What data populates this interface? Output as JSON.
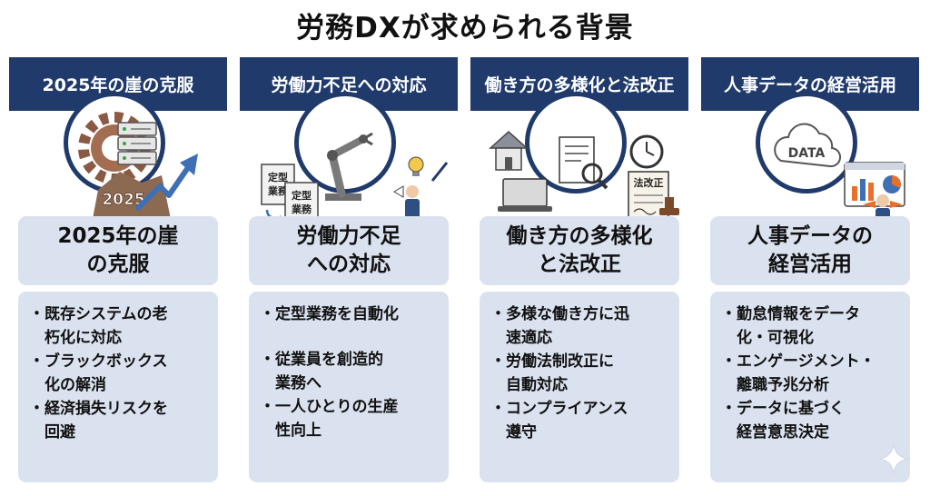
{
  "title": "労務DXが求められる背景",
  "columns": [
    {
      "header": "2025年の崖の克服",
      "subtitle_lines": [
        "2025年の崖",
        "の克服"
      ],
      "illustration": {
        "icons": [
          "gear-icon",
          "server-rack-icon",
          "rising-arrow-icon"
        ],
        "label": "2025"
      },
      "bullet_glyph": "・",
      "items": [
        {
          "lines": [
            "既存システムの老",
            "朽化に対応"
          ]
        },
        {
          "lines": [
            "ブラックボックス",
            "化の解消"
          ]
        },
        {
          "lines": [
            "経済損失リスクを",
            "回避"
          ]
        }
      ]
    },
    {
      "header": "労働力不足への対応",
      "subtitle_lines": [
        "労働力不足",
        "への対応"
      ],
      "illustration": {
        "icons": [
          "document-icon",
          "robot-arm-icon",
          "lightbulb-icon",
          "person-icon",
          "pen-icon"
        ],
        "doc_label": [
          "定型",
          "業務"
        ]
      },
      "bullet_glyph": "・",
      "items": [
        {
          "lines": [
            "定型業務を自動化"
          ]
        },
        {
          "lines": [
            "従業員を創造的",
            "業務へ"
          ]
        },
        {
          "lines": [
            "一人ひとりの生産",
            "性向上"
          ]
        }
      ]
    },
    {
      "header": "働き方の多様化と法改正",
      "subtitle_lines": [
        "働き方の多様化",
        "と法改正"
      ],
      "illustration": {
        "icons": [
          "house-icon",
          "laptop-icon",
          "magnifier-document-icon",
          "clock-icon",
          "legal-document-icon",
          "stamp-icon"
        ],
        "doc_label": "法改正"
      },
      "bullet_glyph": "・",
      "items": [
        {
          "lines": [
            "多様な働き方に迅",
            "速適応"
          ]
        },
        {
          "lines": [
            "労働法制改正に",
            "自動対応"
          ]
        },
        {
          "lines": [
            "コンプライアンス",
            "遵守"
          ]
        }
      ]
    },
    {
      "header": "人事データの経営活用",
      "subtitle_lines": [
        "人事データの",
        "経営活用"
      ],
      "illustration": {
        "icons": [
          "cloud-icon",
          "dashboard-icon",
          "person-icon"
        ],
        "cloud_label": "DATA"
      },
      "bullet_glyph": "・",
      "items": [
        {
          "lines": [
            "勤怠情報をデータ",
            "化・可視化"
          ]
        },
        {
          "lines": [
            "エンゲージメント・",
            "離職予兆分析"
          ]
        },
        {
          "lines": [
            "データに基づく",
            "経営意思決定"
          ]
        }
      ]
    }
  ],
  "colors": {
    "header_bg": "#1f3a6b",
    "card_bg": "#dbe2ef",
    "accent_blue": "#3f6fb4",
    "orange": "#e86f2c"
  }
}
